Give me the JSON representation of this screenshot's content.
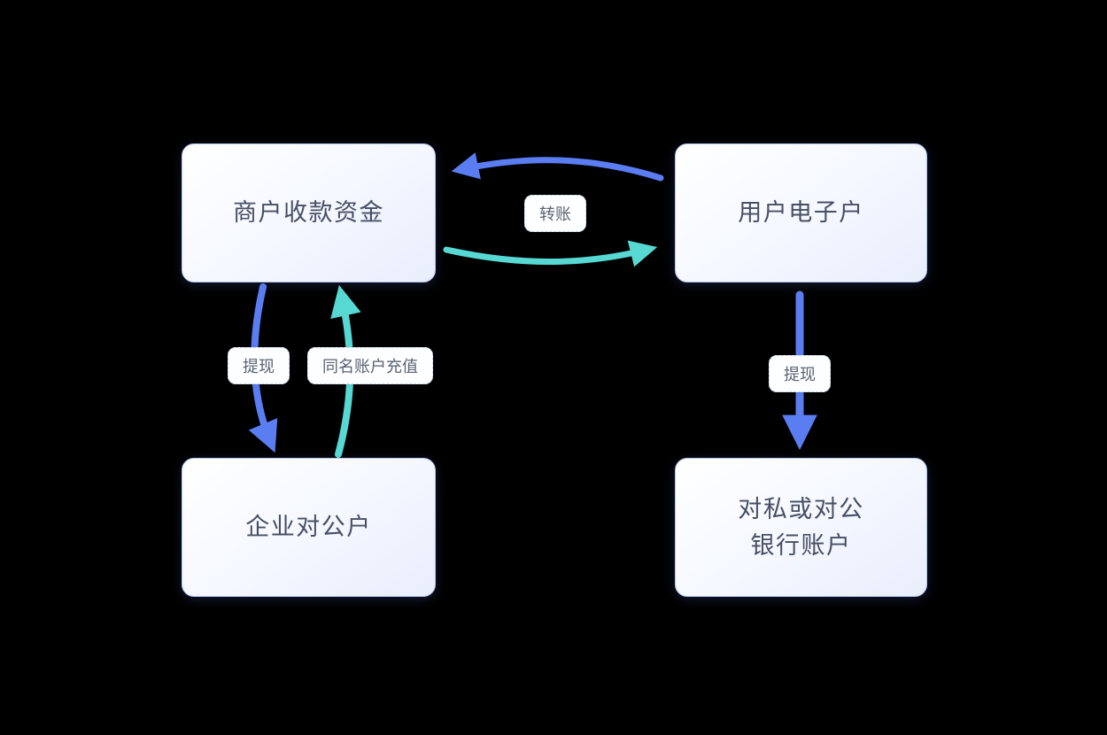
{
  "colors": {
    "blue": "#5a7df2",
    "teal": "#57d8d2"
  },
  "nodes": {
    "merchant": {
      "label": "商户收款资金"
    },
    "user": {
      "label": "用户电子户"
    },
    "enterprise": {
      "label": "企业对公户"
    },
    "bank": {
      "line1": "对私或对公",
      "line2": "银行账户"
    }
  },
  "arrow_labels": {
    "transfer": "转账",
    "withdraw_left": "提现",
    "same_name_recharge": "同名账户充值",
    "withdraw_right": "提现"
  }
}
